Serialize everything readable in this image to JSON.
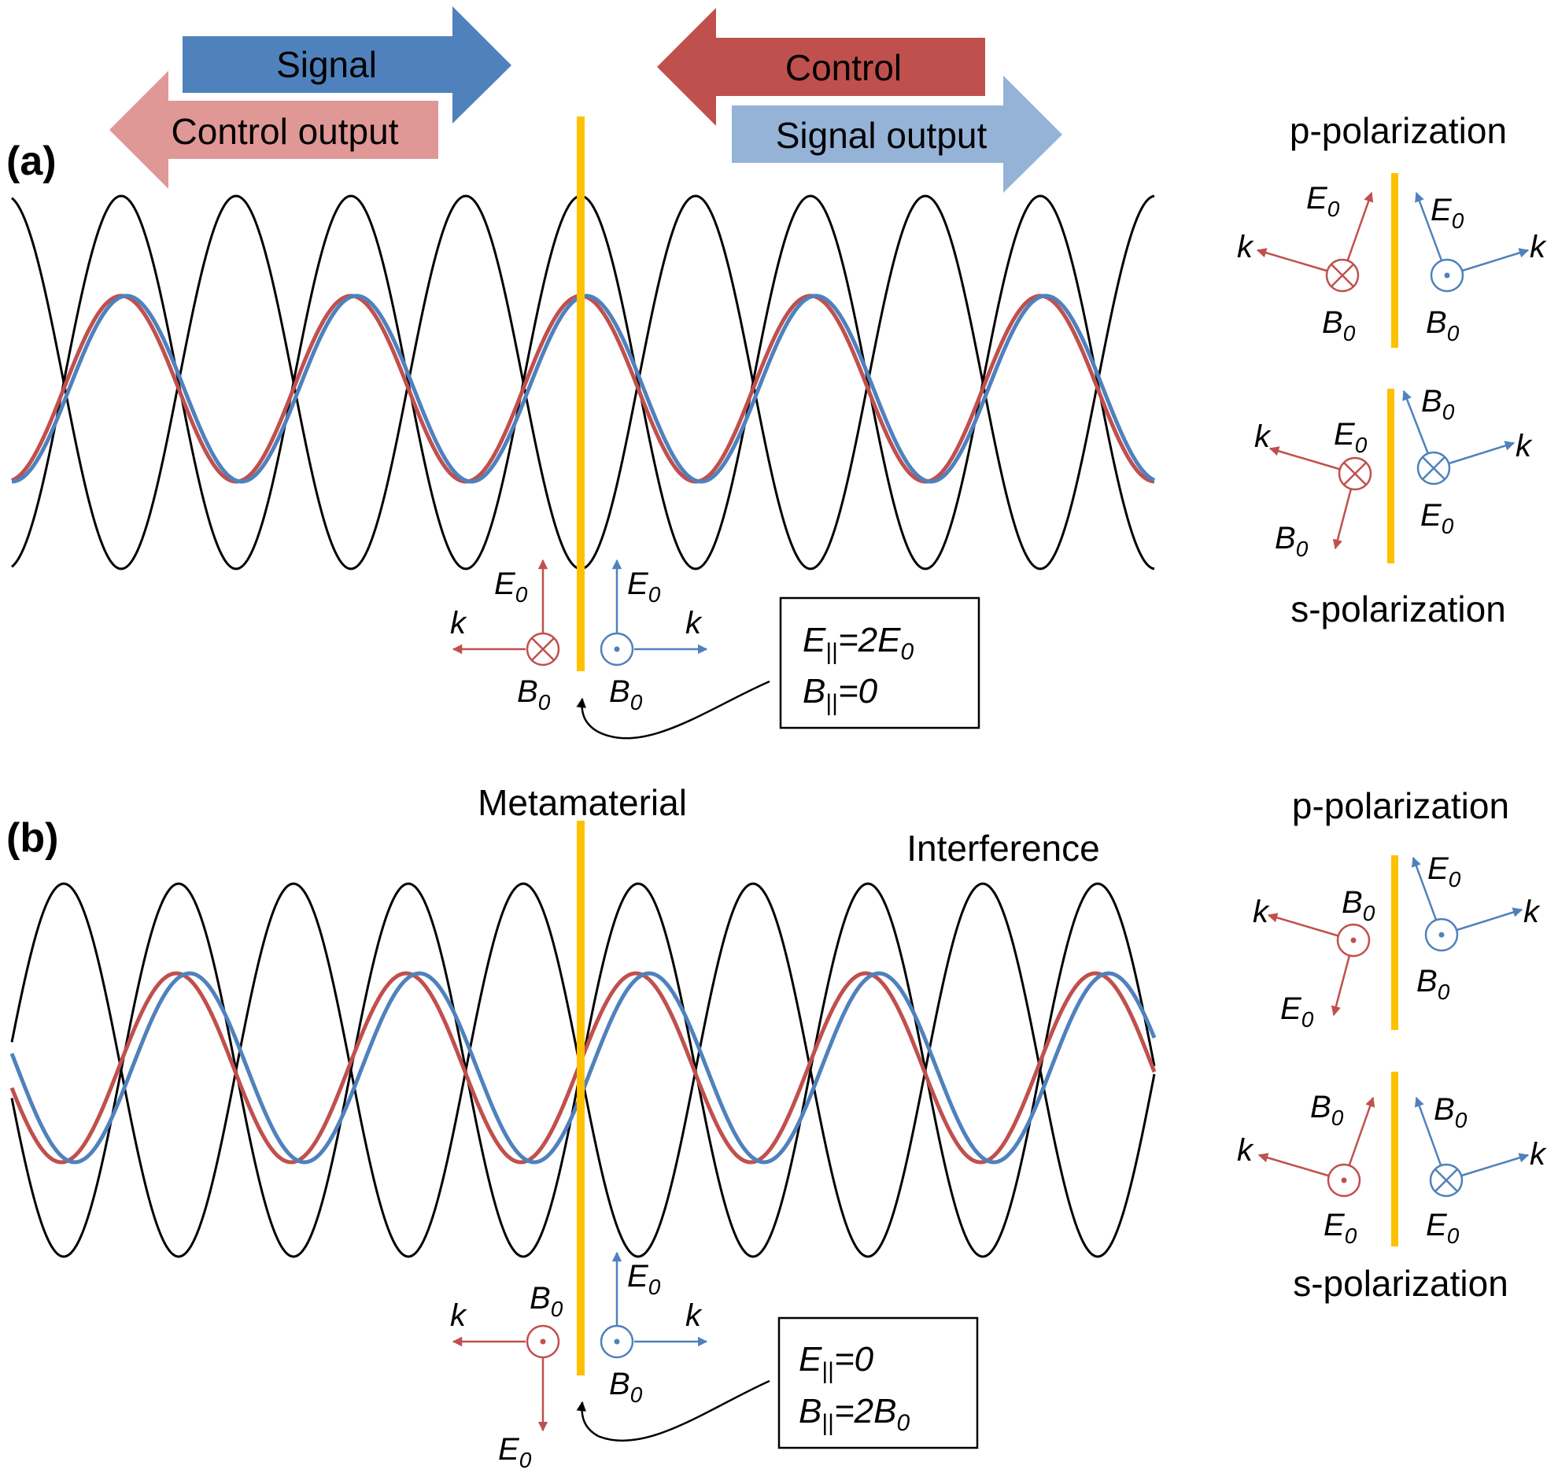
{
  "panels": {
    "a": {
      "label": "(a)",
      "arrows": {
        "signal": "Signal",
        "control": "Control",
        "control_output": "Control output",
        "signal_output": "Signal output"
      },
      "box": {
        "line1_sym": "E",
        "line1_sub": "||",
        "line1_val": "=2E",
        "line1_val_sub": "0",
        "line2_sym": "B",
        "line2_sub": "||",
        "line2_val": "=0",
        "line2_val_sub": ""
      },
      "p_title": "p-polarization",
      "s_title": "s-polarization"
    },
    "b": {
      "label": "(b)",
      "metamaterial": "Metamaterial",
      "interference": "Interference",
      "box": {
        "line1_sym": "E",
        "line1_sub": "||",
        "line1_val": "=0",
        "line1_val_sub": "",
        "line2_sym": "B",
        "line2_sub": "||",
        "line2_val": "=2B",
        "line2_val_sub": "0"
      },
      "p_title": "p-polarization",
      "s_title": "s-polarization"
    }
  },
  "symbols": {
    "E": "E",
    "B": "B",
    "k": "k",
    "sub0": "0"
  },
  "colors": {
    "control": "#c0504d",
    "control_light": "#e09896",
    "signal": "#4f81bd",
    "signal_light": "#95b3d7",
    "metamaterial": "#ffc000",
    "interference": "#000000"
  },
  "icons": [
    "cross-circle-icon",
    "dot-circle-icon",
    "arrow-icon"
  ]
}
